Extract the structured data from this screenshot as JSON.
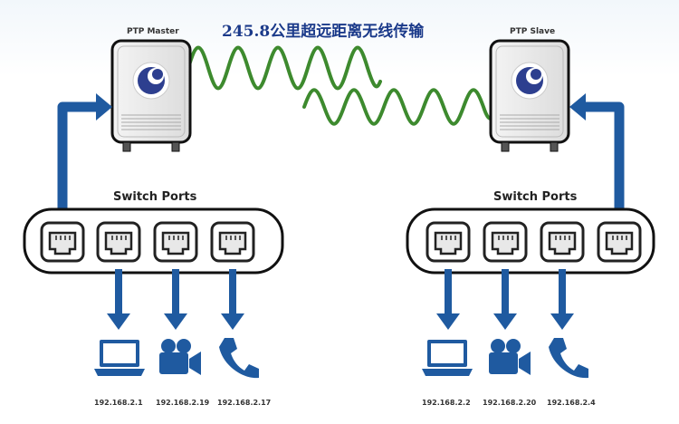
{
  "title": "245.8公里超远距离无线传输",
  "master": {
    "label": "PTP Master"
  },
  "slave": {
    "label": "PTP Slave"
  },
  "left_switch": {
    "label": "Switch Ports",
    "devices": [
      {
        "type": "laptop",
        "icon": "laptop-icon",
        "ip": "192.168.2.1"
      },
      {
        "type": "camera",
        "icon": "video-camera-icon",
        "ip": "192.168.2.19"
      },
      {
        "type": "phone",
        "icon": "phone-icon",
        "ip": "192.168.2.17"
      }
    ]
  },
  "right_switch": {
    "label": "Switch Ports",
    "devices": [
      {
        "type": "laptop",
        "icon": "laptop-icon",
        "ip": "192.168.2.2"
      },
      {
        "type": "camera",
        "icon": "video-camera-icon",
        "ip": "192.168.2.20"
      },
      {
        "type": "phone",
        "icon": "phone-icon",
        "ip": "192.168.2.4"
      }
    ]
  },
  "colors": {
    "blue": "#1f5aa0",
    "wave": "#3d8a2e",
    "dark": "#222222"
  }
}
